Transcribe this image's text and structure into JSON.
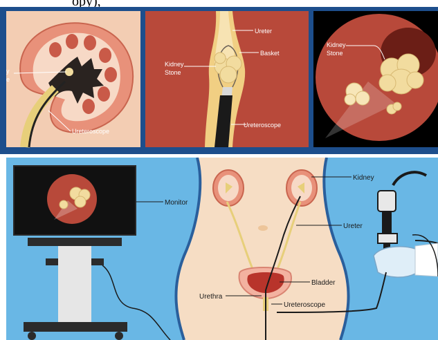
{
  "caption_fragment": "opy),",
  "panel1": {
    "partial_label": "y\ne",
    "ureteroscope": "Ureteroscope"
  },
  "panel2": {
    "ureter": "Ureter",
    "basket": "Basket",
    "kidney_stone_line1": "Kidney",
    "kidney_stone_line2": "Stone",
    "ureteroscope": "Ureteroscope"
  },
  "panel3": {
    "kidney_stone_line1": "Kidney",
    "kidney_stone_line2": "Stone"
  },
  "bottom": {
    "monitor": "Monitor",
    "kidney": "Kidney",
    "ureter": "Ureter",
    "bladder": "Bladder",
    "urethra": "Urethra",
    "ureteroscope": "Ureteroscope"
  },
  "colors": {
    "frame": "#1d4e8c",
    "panel_bg": "#f3cdb3",
    "tissue_red": "#b84a3a",
    "scope_black": "#1a1a1a",
    "stone": "#f2dc9f",
    "sky_blue": "#69b7e5",
    "skin": "#f6ddc4"
  }
}
